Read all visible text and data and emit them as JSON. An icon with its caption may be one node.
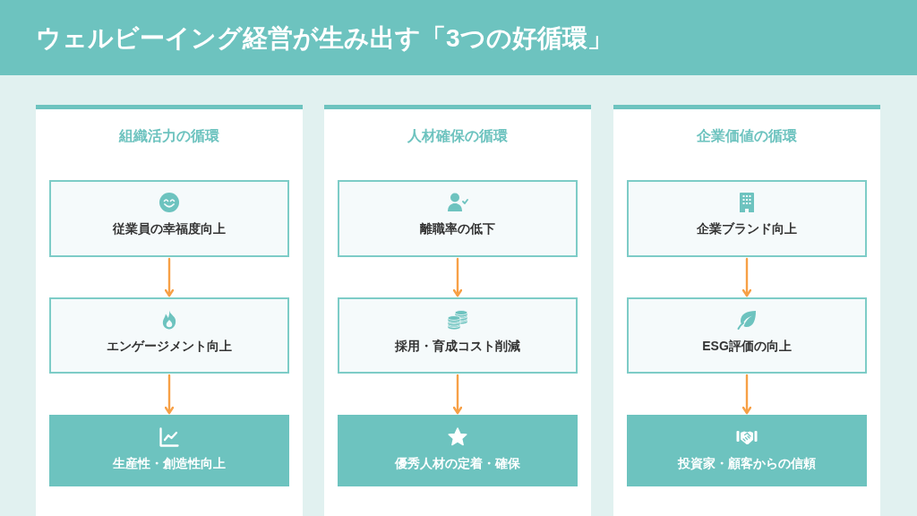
{
  "diagram": {
    "title": "ウェルビーイング経営が生み出す「3つの好循環」",
    "nodes": [
      {
        "text": [
          "組織活力の循環"
        ]
      },
      {
        "text": [
          "従業員の幸福度向上"
        ],
        "in": 0
      },
      {
        "text": [
          "エンゲージメント向上"
        ],
        "in": 0
      },
      {
        "text": [
          "生産性・創造性向上"
        ],
        "in": 0
      },
      {
        "text": [
          "人材確保の循環"
        ]
      },
      {
        "text": [
          "離職率の低下"
        ],
        "in": 4
      },
      {
        "text": [
          "採用・育成コスト削減"
        ],
        "in": 4
      },
      {
        "text": [
          "優秀人材の定着・確保"
        ],
        "in": 4
      },
      {
        "text": [
          "企業価値の循環"
        ]
      },
      {
        "text": [
          "企業ブランド向上"
        ],
        "in": 8
      },
      {
        "text": [
          "ESG評価の向上"
        ],
        "in": 8
      },
      {
        "text": [
          "投資家・顧客からの信頼"
        ],
        "in": 8
      }
    ],
    "edges": [
      {
        "from": 1,
        "to": 2,
        "arrow": "to"
      },
      {
        "from": 2,
        "to": 3,
        "arrow": "to"
      },
      {
        "from": 5,
        "to": 6,
        "arrow": "to"
      },
      {
        "from": 6,
        "to": 7,
        "arrow": "to"
      },
      {
        "from": 9,
        "to": 10,
        "arrow": "to"
      },
      {
        "from": 10,
        "to": 11,
        "arrow": "to"
      }
    ]
  }
}
